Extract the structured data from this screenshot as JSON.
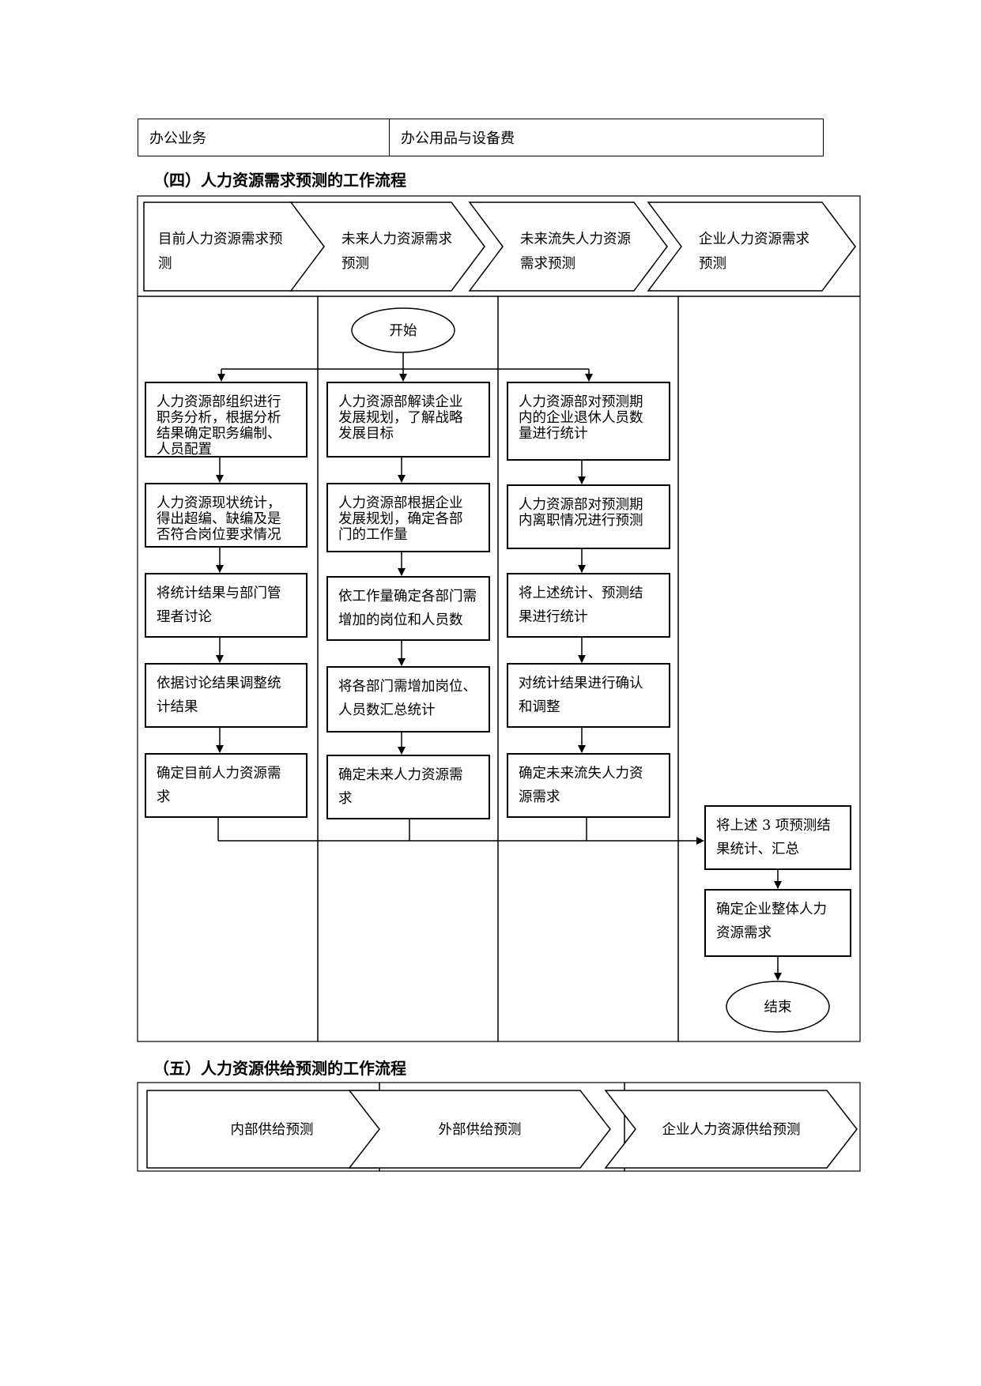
{
  "top_table": {
    "col1": "办公业务",
    "col2": "办公用品与设备费"
  },
  "section4": {
    "heading": "（四）人力资源需求预测的工作流程",
    "lanes": [
      [
        "目前人力资源需求预",
        "测"
      ],
      [
        "未来人力资源需求",
        "预测"
      ],
      [
        "未来流失人力资源",
        "需求预测"
      ],
      [
        "企业人力资源需求",
        "预测"
      ]
    ],
    "start": "开始",
    "end": "结束",
    "col1": [
      [
        "人力资源部组织进行",
        "职务分析，根据分析",
        "结果确定职务编制、",
        "人员配置"
      ],
      [
        "人力资源现状统计，",
        "得出超编、缺编及是",
        "否符合岗位要求情况"
      ],
      [
        "将统计结果与部门管",
        "理者讨论"
      ],
      [
        "依据讨论结果调整统",
        "计结果"
      ],
      [
        "确定目前人力资源需",
        "求"
      ]
    ],
    "col2": [
      [
        "人力资源部解读企业",
        "发展规划，了解战略",
        "发展目标"
      ],
      [
        "人力资源部根据企业",
        "发展规划，确定各部",
        "门的工作量"
      ],
      [
        "依工作量确定各部门需",
        "增加的岗位和人员数"
      ],
      [
        "将各部门需增加岗位、",
        "人员数汇总统计"
      ],
      [
        "确定未来人力资源需",
        "求"
      ]
    ],
    "col3": [
      [
        "人力资源部对预测期",
        "内的企业退休人员数",
        "量进行统计"
      ],
      [
        "人力资源部对预测期",
        "内离职情况进行预测"
      ],
      [
        "将上述统计、预测结",
        "果进行统计"
      ],
      [
        "对统计结果进行确认",
        "和调整"
      ],
      [
        "确定未来流失人力资",
        "源需求"
      ]
    ],
    "col4": [
      [
        "将上述 3 项预测结",
        "果统计、汇总"
      ],
      [
        "确定企业整体人力",
        "资源需求"
      ]
    ]
  },
  "section5": {
    "heading": "（五）人力资源供给预测的工作流程",
    "lanes": [
      "内部供给预测",
      "外部供给预测",
      "企业人力资源供给预测"
    ]
  }
}
